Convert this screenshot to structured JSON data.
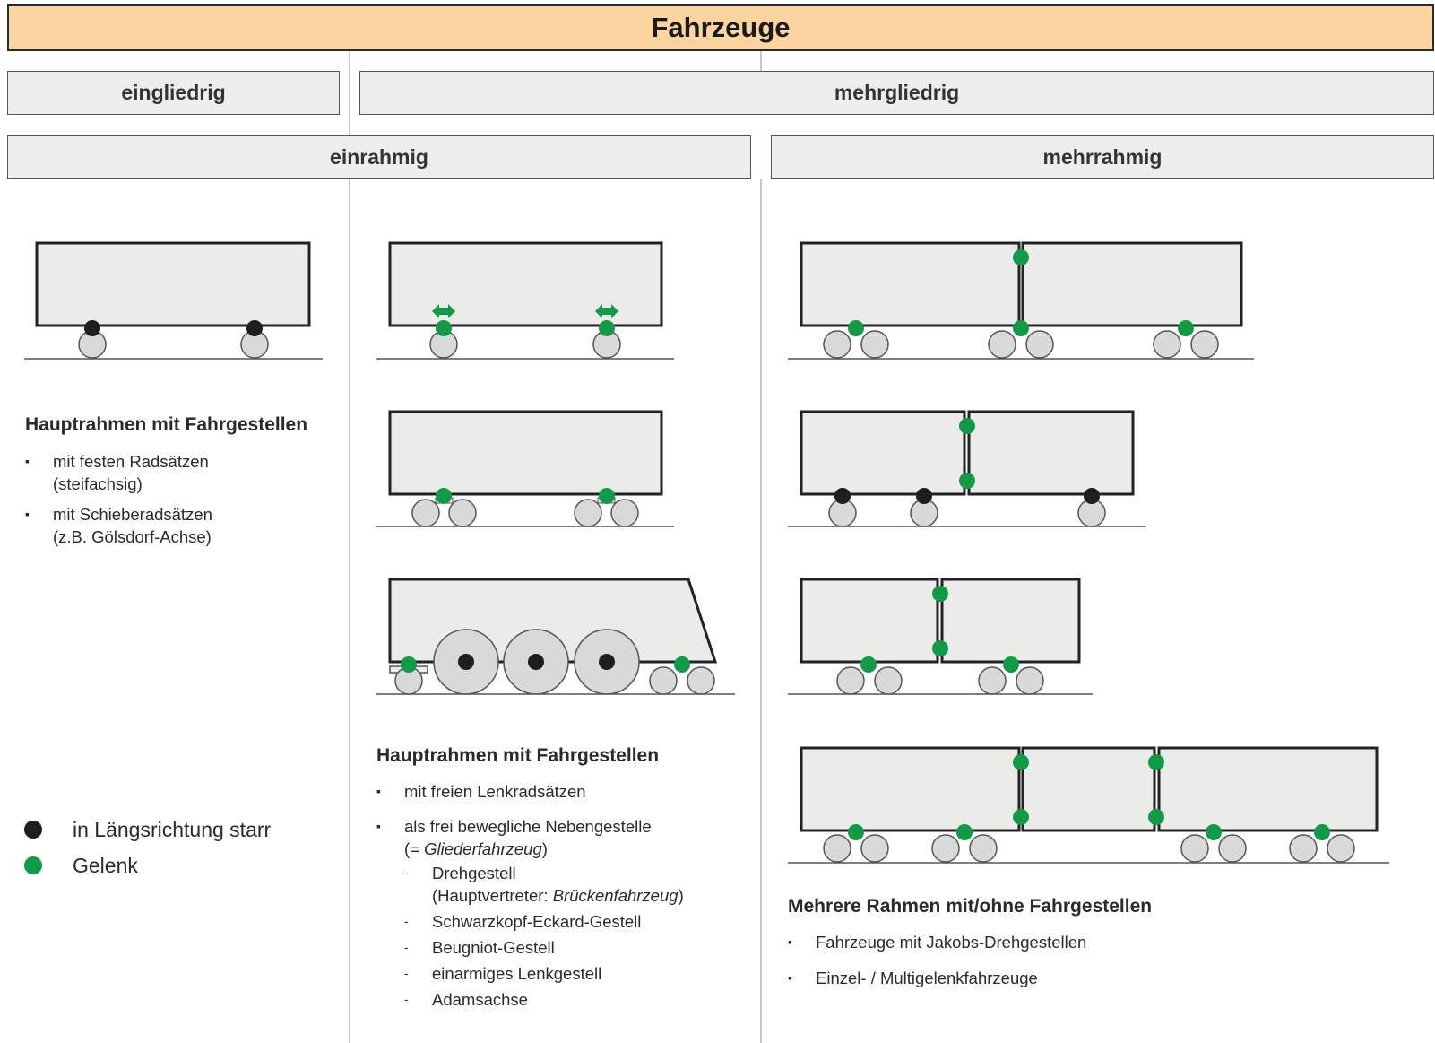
{
  "header": {
    "title": "Fahrzeuge"
  },
  "categories": {
    "eingliedrig": "eingliedrig",
    "mehrgliedrig": "mehrgliedrig",
    "einrahmig": "einrahmig",
    "mehrrahmig": "mehrrahmig"
  },
  "colors": {
    "banner": "#fcd4a1",
    "joint": "#129a48",
    "rigid": "#1e1e1e",
    "body": "#ebebea",
    "wheel": "#d9d9d9"
  },
  "column1": {
    "heading": "Hauptrahmen mit Fahrgestellen",
    "items": [
      "mit festen Radsätzen\n(steifachsig)",
      "mit Schieberadsätzen\n(z.B. Gölsdorf-Achse)"
    ]
  },
  "column2": {
    "heading": "Hauptrahmen mit Fahrgestellen",
    "item1": "mit freien Lenkradsätzen",
    "item2_a": "als frei bewegliche Nebengestelle",
    "item2_b_prefix": "(= ",
    "item2_b_italic": "Gliederfahrzeug",
    "item2_b_suffix": ")",
    "sub1_a": "Drehgestell",
    "sub1_b_prefix": "(Hauptvertreter: ",
    "sub1_b_italic": "Brückenfahrzeug",
    "sub1_b_suffix": ")",
    "sub2": "Schwarzkopf-Eckard-Gestell",
    "sub3": "Beugniot-Gestell",
    "sub4": "einarmiges Lenkgestell",
    "sub5": "Adamsachse"
  },
  "column3": {
    "heading": "Mehrere Rahmen mit/ohne Fahrgestellen",
    "items": [
      "Fahrzeuge mit Jakobs-Drehgestellen",
      "Einzel- / Multigelenkfahrzeuge"
    ]
  },
  "legend": [
    {
      "label": "in Längsrichtung starr",
      "color": "#1e1e1e"
    },
    {
      "label": "Gelenk",
      "color": "#129a48"
    }
  ]
}
